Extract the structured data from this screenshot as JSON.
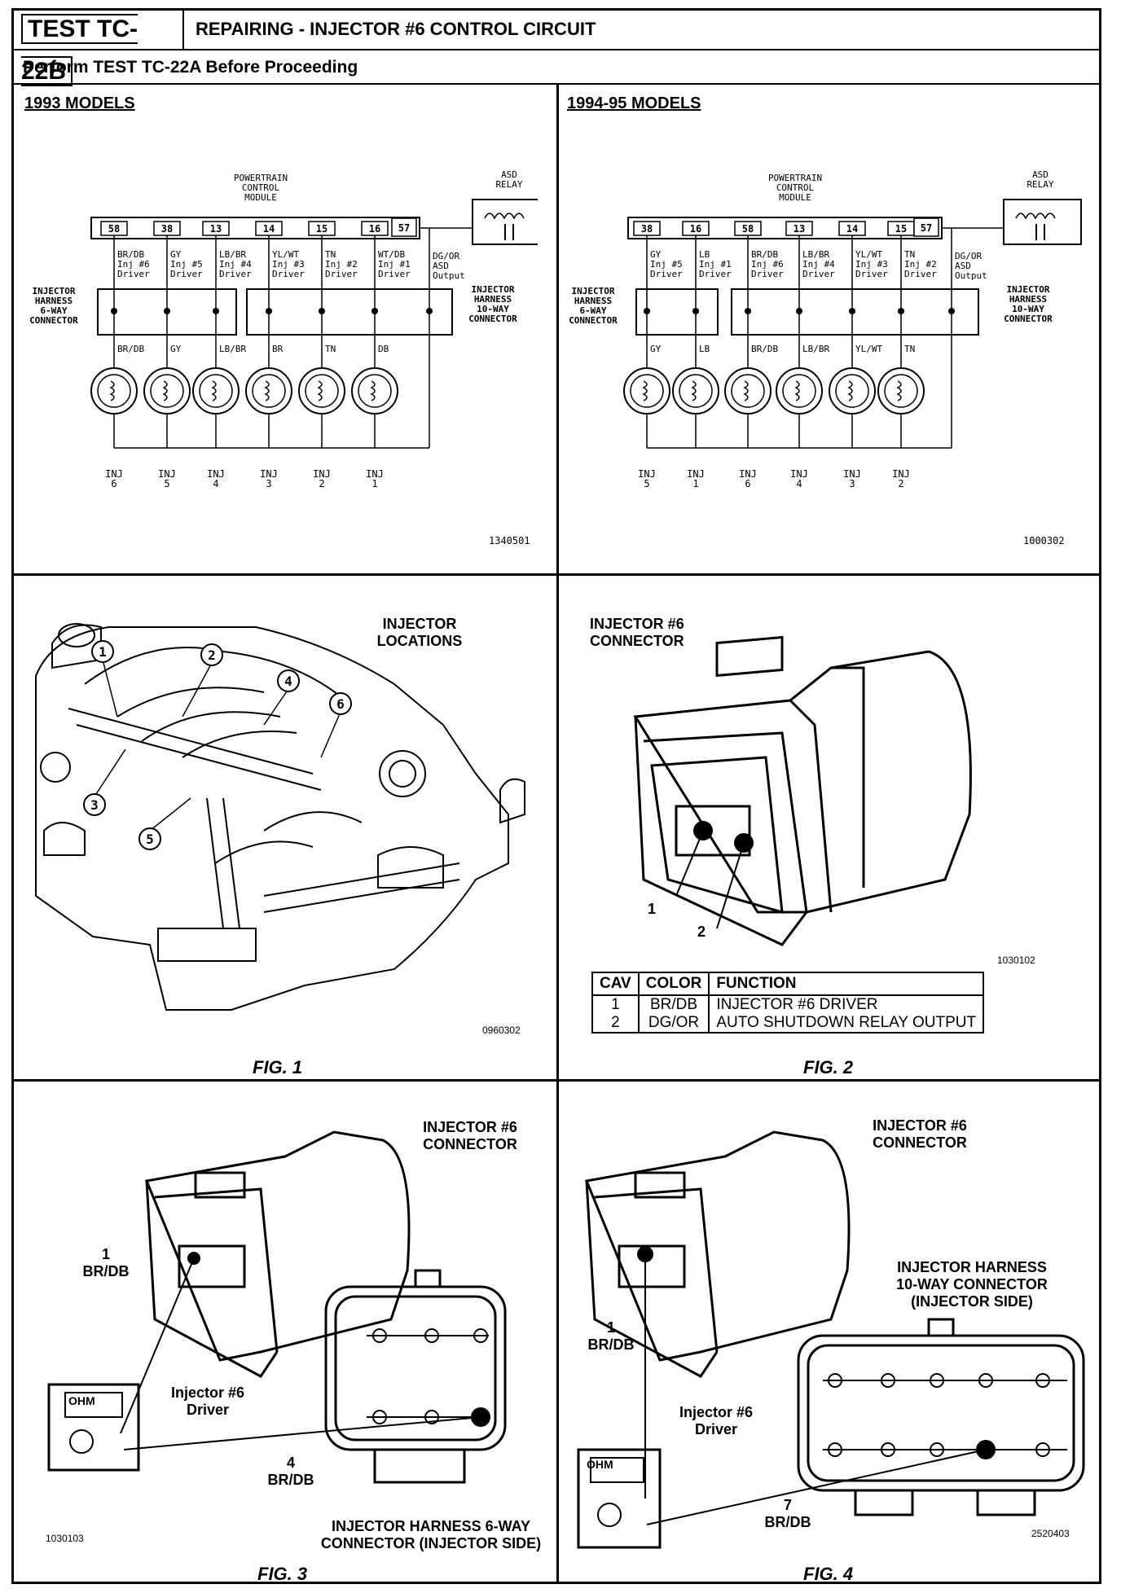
{
  "header": {
    "test_id": "TEST TC-22B",
    "title": "REPAIRING - INJECTOR #6 CONTROL CIRCUIT",
    "perform": "Perform TEST TC-22A Before Proceeding"
  },
  "diagram_1993": {
    "heading": "1993 MODELS",
    "pcm_label": [
      "POWERTRAIN",
      "CONTROL",
      "MODULE"
    ],
    "relay_label": [
      "ASD",
      "RELAY"
    ],
    "pins": [
      "58",
      "38",
      "13",
      "14",
      "15",
      "16"
    ],
    "pin57": "57",
    "wire_labels": [
      "BR/DB",
      "GY",
      "LB/BR",
      "YL/WT",
      "TN",
      "WT/DB"
    ],
    "driver_labels": [
      "Inj #6",
      "Inj #5",
      "Inj #4",
      "Inj #3",
      "Inj #2",
      "Inj #1"
    ],
    "driver_word": "Driver",
    "asd_out": [
      "DG/OR",
      "ASD",
      "Output"
    ],
    "left_conn": [
      "INJECTOR",
      "HARNESS",
      "6-WAY",
      "CONNECTOR"
    ],
    "right_conn": [
      "INJECTOR",
      "HARNESS",
      "10-WAY",
      "CONNECTOR"
    ],
    "lower_wire": [
      "BR/DB",
      "GY",
      "LB/BR",
      "BR",
      "TN",
      "DB"
    ],
    "inj_word": "INJ",
    "inj_nums": [
      "6",
      "5",
      "4",
      "3",
      "2",
      "1"
    ],
    "code": "1340501"
  },
  "diagram_1994": {
    "heading": "1994-95 MODELS",
    "pcm_label": [
      "POWERTRAIN",
      "CONTROL",
      "MODULE"
    ],
    "relay_label": [
      "ASD",
      "RELAY"
    ],
    "pins": [
      "38",
      "16",
      "58",
      "13",
      "14",
      "15"
    ],
    "pin57": "57",
    "wire_labels": [
      "GY",
      "LB",
      "BR/DB",
      "LB/BR",
      "YL/WT",
      "TN"
    ],
    "driver_labels": [
      "Inj #5",
      "Inj #1",
      "Inj #6",
      "Inj #4",
      "Inj #3",
      "Inj #2"
    ],
    "driver_word": "Driver",
    "asd_out": [
      "DG/OR",
      "ASD",
      "Output"
    ],
    "left_conn": [
      "INJECTOR",
      "HARNESS",
      "6-WAY",
      "CONNECTOR"
    ],
    "right_conn": [
      "INJECTOR",
      "HARNESS",
      "10-WAY",
      "CONNECTOR"
    ],
    "lower_wire": [
      "GY",
      "LB",
      "BR/DB",
      "LB/BR",
      "YL/WT",
      "TN"
    ],
    "inj_word": "INJ",
    "inj_nums": [
      "5",
      "1",
      "6",
      "4",
      "3",
      "2"
    ],
    "code": "1000302"
  },
  "fig1": {
    "title": "INJECTOR LOCATIONS",
    "callouts": [
      "1",
      "2",
      "3",
      "4",
      "5",
      "6"
    ],
    "code": "0960302",
    "caption": "FIG. 1"
  },
  "fig2": {
    "title": "INJECTOR #6 CONNECTOR",
    "callouts": [
      "1",
      "2"
    ],
    "code": "1030102",
    "caption": "FIG. 2",
    "table": {
      "headers": [
        "CAV",
        "COLOR",
        "FUNCTION"
      ],
      "rows": [
        [
          "1",
          "BR/DB",
          "INJECTOR #6 DRIVER"
        ],
        [
          "2",
          "DG/OR",
          "AUTO SHUTDOWN RELAY OUTPUT"
        ]
      ]
    }
  },
  "fig3": {
    "title": "INJECTOR #6 CONNECTOR",
    "pin_label": "1",
    "pin_color": "BR/DB",
    "meter": "OHM",
    "driver_label": "Injector #6 Driver",
    "harness_pin": "4",
    "harness_color": "BR/DB",
    "harness_label": "INJECTOR HARNESS 6-WAY CONNECTOR (INJECTOR SIDE)",
    "code": "1030103",
    "caption": "FIG. 3"
  },
  "fig4": {
    "title": "INJECTOR #6 CONNECTOR",
    "pin_label": "1",
    "pin_color": "BR/DB",
    "meter": "OHM",
    "driver_label": "Injector #6 Driver",
    "harness_label": "INJECTOR HARNESS 10-WAY CONNECTOR (INJECTOR SIDE)",
    "harness_pin": "7",
    "harness_color": "BR/DB",
    "code": "2520403",
    "caption": "FIG. 4"
  }
}
